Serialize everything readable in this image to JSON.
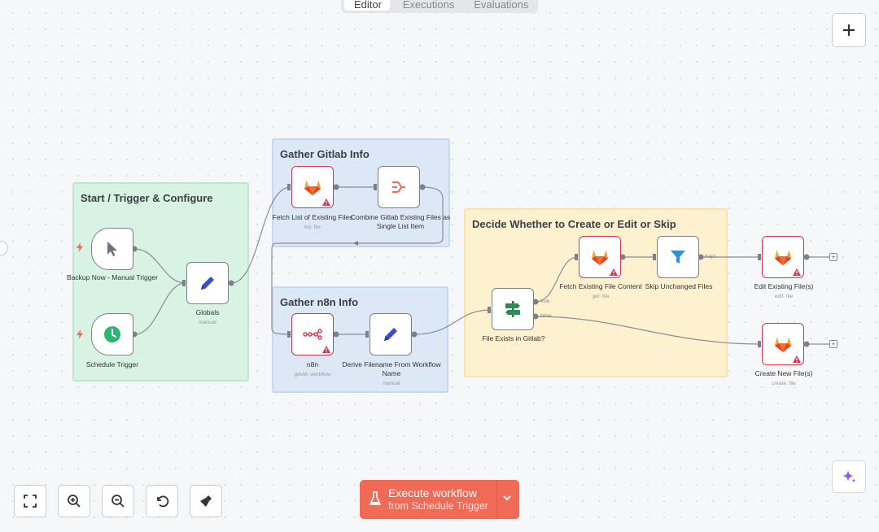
{
  "tabs": [
    {
      "label": "Editor",
      "active": true
    },
    {
      "label": "Executions",
      "active": false
    },
    {
      "label": "Evaluations",
      "active": false
    }
  ],
  "stickies": {
    "start": "Start / Trigger & Configure",
    "gitlab": "Gather Gitlab Info",
    "n8n": "Gather n8n Info",
    "decide": "Decide Whether to Create or Edit or Skip"
  },
  "nodes": {
    "manual": {
      "label": "Backup Now - Manual Trigger",
      "icon": "cursor-icon"
    },
    "schedule": {
      "label": "Schedule Trigger",
      "icon": "clock-icon"
    },
    "globals": {
      "label": "Globals",
      "sub": "manual",
      "icon": "pencil-icon"
    },
    "fetchList": {
      "label": "Fetch List of Existing Files",
      "sub": "list: file",
      "icon": "gitlab-icon"
    },
    "combine": {
      "label": "Combine Gitlab Existing Files as Single List Item",
      "icon": "aggregate-icon"
    },
    "n8n": {
      "label": "n8n",
      "sub": "getAll: workflow",
      "icon": "n8n-icon"
    },
    "derive": {
      "label": "Derive Filename From Workflow Name",
      "sub": "manual",
      "icon": "pencil-icon"
    },
    "exists": {
      "label": "File Exists in Gitlab?",
      "icon": "signpost-icon"
    },
    "fetchContent": {
      "label": "Fetch Existing File Content",
      "sub": "get: file",
      "icon": "gitlab-icon"
    },
    "skip": {
      "label": "Skip Unchanged Files",
      "icon": "filter-icon"
    },
    "edit": {
      "label": "Edit Existing File(s)",
      "sub": "edit: file",
      "icon": "gitlab-icon"
    },
    "create": {
      "label": "Create New File(s)",
      "sub": "create: file",
      "icon": "gitlab-icon"
    }
  },
  "edgeLabels": {
    "true": "true",
    "false": "false",
    "kept": "Kept"
  },
  "execute": {
    "line1": "Execute workflow",
    "line2": "from Schedule Trigger"
  },
  "colors": {
    "accent": "#f06a56",
    "error": "#d8344f",
    "gitlab": "#e24329",
    "pencil": "#3b4bd6",
    "green": "#2bb673"
  }
}
